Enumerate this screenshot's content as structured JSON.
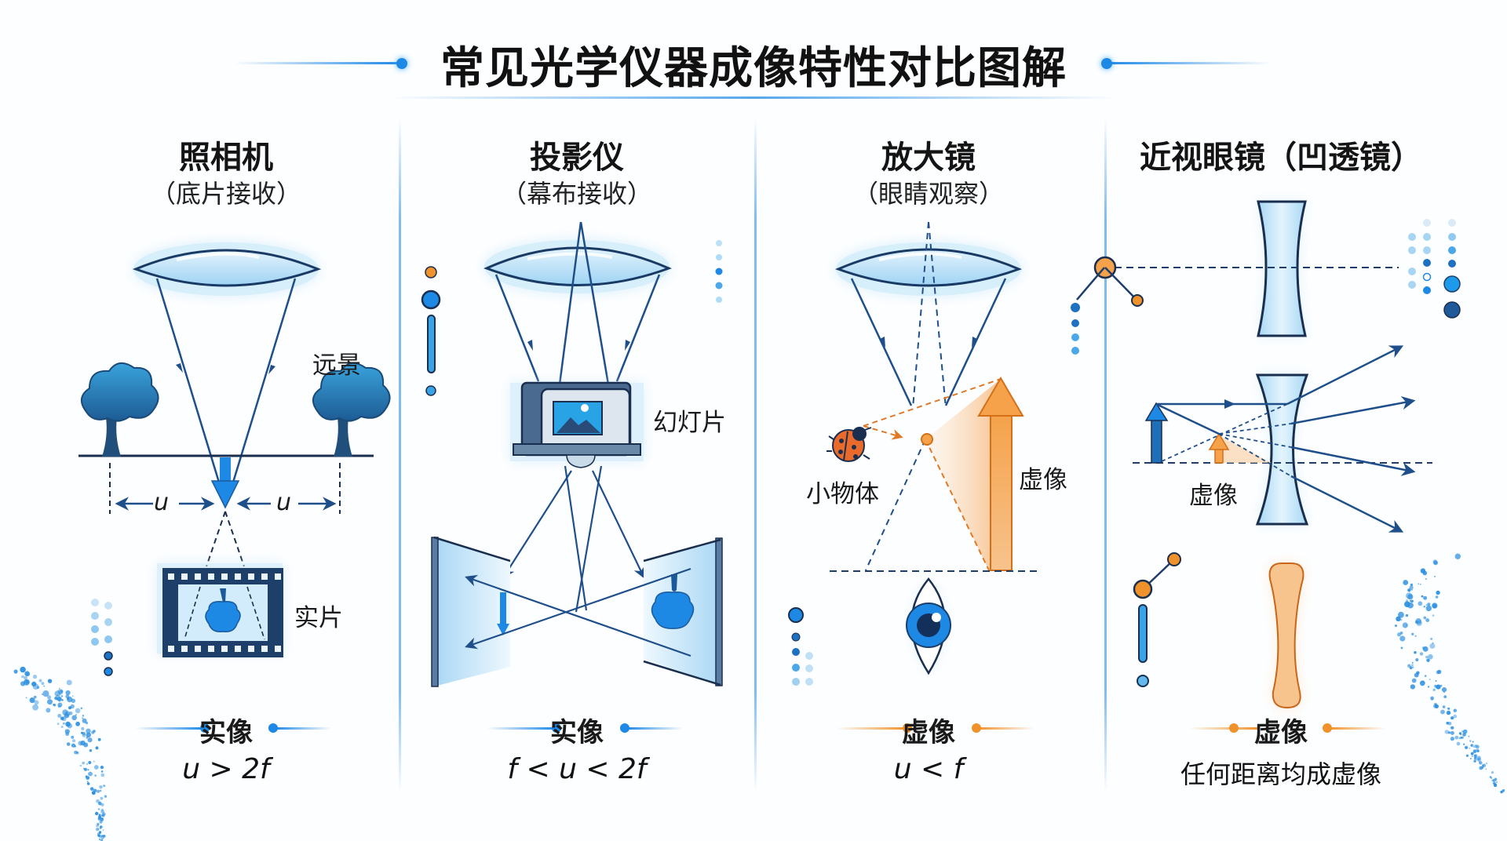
{
  "title": "常见光学仪器成像特性对比图解",
  "colors": {
    "accent_blue": "#1e88e5",
    "dark_navy": "#1f3d6b",
    "virtual_orange": "#f0922b",
    "lens_fill": "#bfe2f7"
  },
  "panels": [
    {
      "id": "camera",
      "title": "照相机",
      "subtitle": "（底片接收）",
      "labels": {
        "scene": "远景",
        "image": "实片",
        "u_left": "u",
        "u_right": "u"
      },
      "result": "实像",
      "formula": "u > 2f"
    },
    {
      "id": "projector",
      "title": "投影仪",
      "subtitle": "（幕布接收）",
      "labels": {
        "slide": "幻灯片"
      },
      "result": "实像",
      "formula": "f < u < 2f"
    },
    {
      "id": "magnifier",
      "title": "放大镜",
      "subtitle": "（眼睛观察）",
      "labels": {
        "object": "小物体",
        "image": "虚像"
      },
      "result": "虚像",
      "formula": "u < f"
    },
    {
      "id": "myopia-glasses",
      "title": "近视眼镜（凹透镜）",
      "subtitle": "",
      "labels": {
        "image": "虚像"
      },
      "result": "虚像",
      "formula": "任何距离均成虚像"
    }
  ]
}
